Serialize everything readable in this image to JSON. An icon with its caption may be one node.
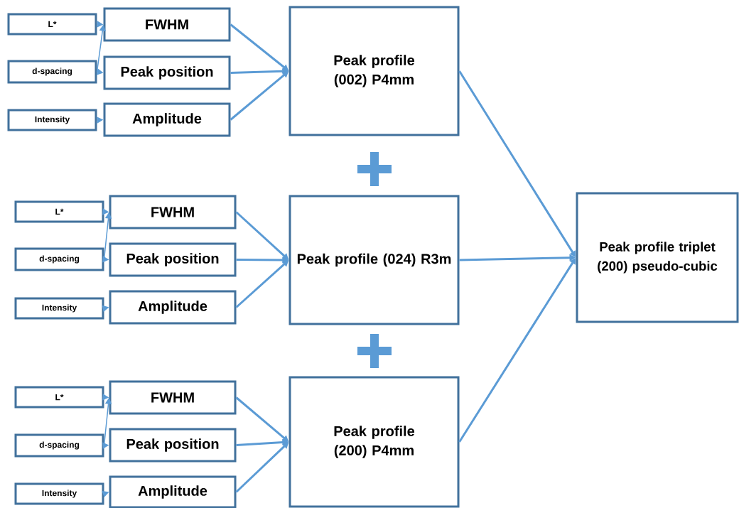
{
  "diagram": {
    "nodes": [
      {
        "text": [
          "L*"
        ]
      },
      {
        "text": [
          "d-spacing"
        ]
      },
      {
        "text": [
          "Intensity"
        ]
      },
      {
        "text": [
          "FWHM"
        ]
      },
      {
        "text": [
          "Peak position"
        ]
      },
      {
        "text": [
          "Amplitude"
        ]
      },
      {
        "text": [
          "Peak profile (002) P4mm"
        ]
      },
      {
        "text": [
          "L*"
        ]
      },
      {
        "text": [
          "d-spacing"
        ]
      },
      {
        "text": [
          "Intensity"
        ]
      },
      {
        "text": [
          "FWHM"
        ]
      },
      {
        "text": [
          "Peak position"
        ]
      },
      {
        "text": [
          "Amplitude"
        ]
      },
      {
        "text": [
          "Peak profile (024) R3m"
        ]
      },
      {
        "text": [
          "L*"
        ]
      },
      {
        "text": [
          "d-spacing"
        ]
      },
      {
        "text": [
          "Intensity"
        ]
      },
      {
        "text": [
          "FWHM"
        ]
      },
      {
        "text": [
          "Peak position"
        ]
      },
      {
        "text": [
          "Amplitude"
        ]
      },
      {
        "text": [
          "Peak profile (200) P4mm"
        ]
      },
      {
        "text": [
          "Peak profile triplet (200) pseudo-cubic"
        ]
      }
    ],
    "edges": [
      {
        "from": 0,
        "to": 3,
        "arrow": "to"
      },
      {
        "from": 1,
        "to": 3,
        "arrow": "to"
      },
      {
        "from": 1,
        "to": 4,
        "arrow": "to"
      },
      {
        "from": 2,
        "to": 5,
        "arrow": "to"
      },
      {
        "from": 3,
        "to": 6,
        "arrow": "to"
      },
      {
        "from": 4,
        "to": 6,
        "arrow": "to"
      },
      {
        "from": 5,
        "to": 6,
        "arrow": "to"
      },
      {
        "from": 7,
        "to": 10,
        "arrow": "to"
      },
      {
        "from": 8,
        "to": 10,
        "arrow": "to"
      },
      {
        "from": 8,
        "to": 11,
        "arrow": "to"
      },
      {
        "from": 9,
        "to": 12,
        "arrow": "to"
      },
      {
        "from": 10,
        "to": 13,
        "arrow": "to"
      },
      {
        "from": 11,
        "to": 13,
        "arrow": "to"
      },
      {
        "from": 12,
        "to": 13,
        "arrow": "to"
      },
      {
        "from": 14,
        "to": 17,
        "arrow": "to"
      },
      {
        "from": 15,
        "to": 17,
        "arrow": "to"
      },
      {
        "from": 15,
        "to": 18,
        "arrow": "to"
      },
      {
        "from": 16,
        "to": 19,
        "arrow": "to"
      },
      {
        "from": 17,
        "to": 20,
        "arrow": "to"
      },
      {
        "from": 18,
        "to": 20,
        "arrow": "to"
      },
      {
        "from": 19,
        "to": 20,
        "arrow": "to"
      },
      {
        "from": 6,
        "to": 21,
        "arrow": "to"
      },
      {
        "from": 13,
        "to": 21,
        "arrow": "to"
      },
      {
        "from": 20,
        "to": 21,
        "arrow": "to"
      }
    ]
  }
}
